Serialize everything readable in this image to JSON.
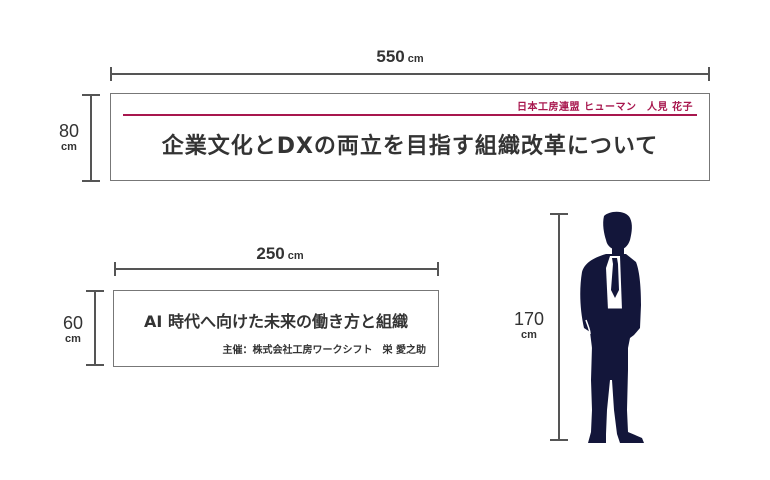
{
  "dimensions": {
    "banner_large_width": {
      "value": "550",
      "unit": "cm"
    },
    "banner_large_height": {
      "value": "80",
      "unit": "cm"
    },
    "banner_small_width": {
      "value": "250",
      "unit": "cm"
    },
    "banner_small_height": {
      "value": "60",
      "unit": "cm"
    },
    "person_height": {
      "value": "170",
      "unit": "cm"
    }
  },
  "banner_large": {
    "subtitle": "日本工房連盟 ヒューマン　人見 花子",
    "title": "企業文化とDXの両立を目指す組織改革について"
  },
  "banner_small": {
    "title": "AI 時代へ向けた未来の働き方と組織",
    "subtitle": "主催：株式会社工房ワークシフト　栄 愛之助"
  },
  "colors": {
    "accent": "#a8174e",
    "text": "#333333",
    "dimension_line": "#555555",
    "silhouette": "#13163a",
    "border": "#777777"
  }
}
